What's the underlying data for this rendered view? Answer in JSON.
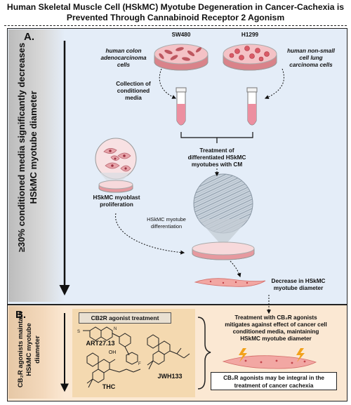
{
  "title_line1": "Human Skeletal Muscle Cell (HSkMC) Myotube Degeneration in Cancer-Cachexia is",
  "title_line2": "Prevented Through Cannabinoid Receptor 2 Agonism",
  "panel_a": {
    "tag": "A.",
    "side_line1": "≥30% conditioned media significantly decreases",
    "side_line2": "HSkMC myotube diameter",
    "cell_line_1": "SW480",
    "cell_line_2": "H1299",
    "left_desc": [
      "human colon",
      "adenocarcinoma",
      "cells"
    ],
    "right_desc": [
      "human non-small",
      "cell lung",
      "carcinoma cells"
    ],
    "collection": [
      "Collection of",
      "conditioned",
      "media"
    ],
    "treatment": [
      "Treatment of",
      "differentiated HSkMC",
      "myotubes with CM"
    ],
    "proliferation": [
      "HSkMC myoblast",
      "proliferation"
    ],
    "differentiation": [
      "HSkMC myotube",
      "differentiation"
    ],
    "decrease": [
      "Decrease in HSkMC",
      "myotube diameter"
    ]
  },
  "panel_b": {
    "tag": "B.",
    "side_line1": "CB₂R agonists maintain",
    "side_line2": "HSkMC myotube",
    "side_line3": "diameter",
    "agonist_box": "CB2R agonist treatment",
    "compound_1": "ART27.13",
    "compound_2": "THC",
    "compound_3": "JWH133",
    "oh_label": "OH",
    "result": [
      "Treatment with CB₂R agonists",
      "mitigates against effect of cancer cell",
      "conditioned media, maintaining",
      "HSkMC myotube diameter"
    ],
    "integral": [
      "CB₂R agonists may be integral in the",
      "treatment of cancer cachexia"
    ]
  }
}
